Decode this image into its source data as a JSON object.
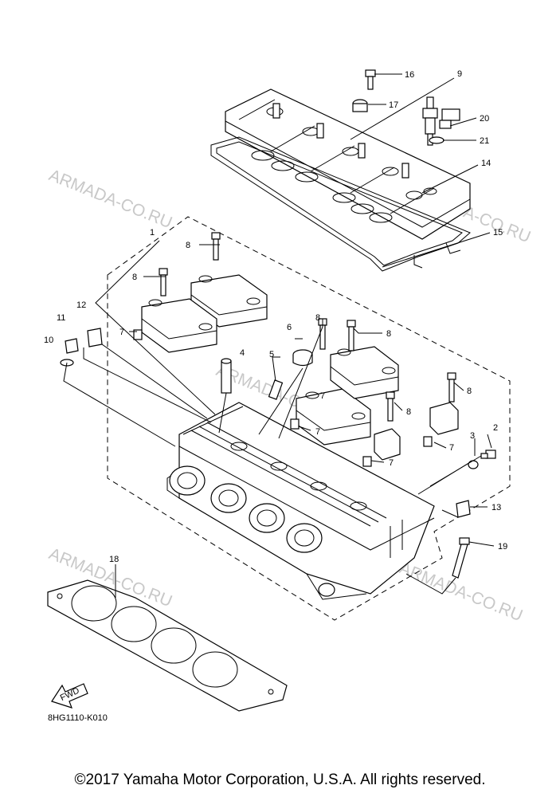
{
  "watermark": "ARMADA-CO.RU",
  "diagram_code": "8HG1110-K010",
  "fwd_label": "FWD",
  "copyright": "©2017 Yamaha Motor Corporation, U.S.A. All rights reserved.",
  "callouts": {
    "n1": "1",
    "n2": "2",
    "n3": "3",
    "n4": "4",
    "n5": "5",
    "n6": "6",
    "n7a": "7",
    "n7b": "7",
    "n7c": "7",
    "n7d": "7",
    "n7e": "7",
    "n8a": "8",
    "n8b": "8",
    "n8c": "8",
    "n8d": "8",
    "n8e": "8",
    "n8f": "8",
    "n9": "9",
    "n10": "10",
    "n11": "11",
    "n12": "12",
    "n13": "13",
    "n14": "14",
    "n15": "15",
    "n16": "16",
    "n17": "17",
    "n18": "18",
    "n19": "19",
    "n20": "20",
    "n21": "21"
  }
}
